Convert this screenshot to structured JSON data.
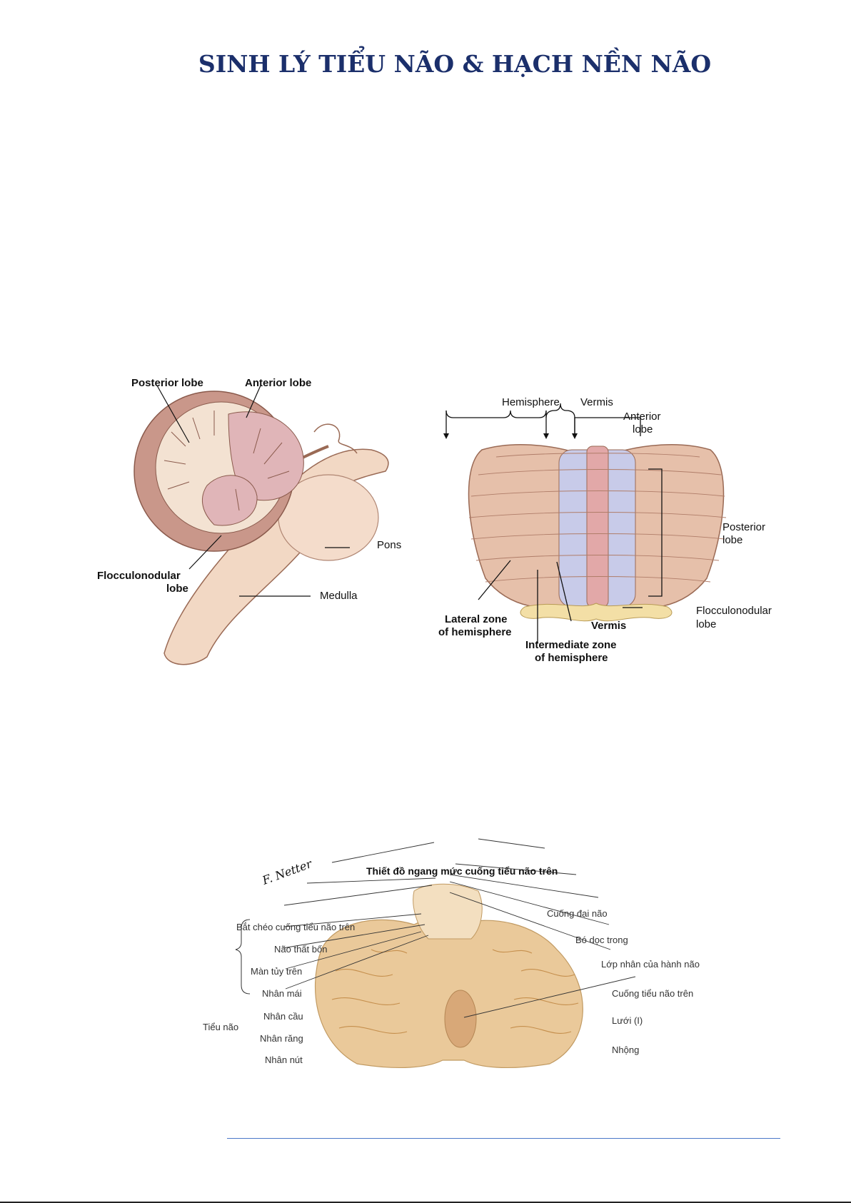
{
  "title": "SINH LÝ TIỂU NÃO & HẠCH NỀN NÃO",
  "figure_sagittal": {
    "labels": {
      "posterior_lobe": "Posterior lobe",
      "anterior_lobe": "Anterior lobe",
      "pons": "Pons",
      "medulla": "Medulla",
      "flocculonodular_1": "Flocculonodular",
      "flocculonodular_2": "lobe"
    }
  },
  "figure_dorsal": {
    "labels": {
      "hemisphere": "Hemisphere",
      "vermis_top": "Vermis",
      "anterior_lobe_1": "Anterior",
      "anterior_lobe_2": "lobe",
      "posterior_lobe_1": "Posterior",
      "posterior_lobe_2": "lobe",
      "flocculonodular_1": "Flocculonodular",
      "flocculonodular_2": "lobe",
      "lateral_zone_1": "Lateral zone",
      "lateral_zone_2": "of hemisphere",
      "vermis_bottom": "Vermis",
      "intermediate_zone_1": "Intermediate zone",
      "intermediate_zone_2": "of hemisphere"
    }
  },
  "figure_section": {
    "signature": "F. Netter",
    "caption": "Thiết đồ ngang mức cuống tiểu não trên",
    "labels_left": [
      "Bắt chéo cuống tiểu não trên",
      "Não thất bốn",
      "Màn tủy trên",
      "Nhân mái",
      "Nhân cầu",
      "Nhân răng",
      "Nhân nút"
    ],
    "group_label": "Tiểu não",
    "labels_right": [
      "Cuống đại não",
      "Bó dọc trong",
      "Lớp nhân của hành não",
      "Cuống tiểu não trên",
      "Lưới (I)",
      "Nhộng"
    ]
  }
}
